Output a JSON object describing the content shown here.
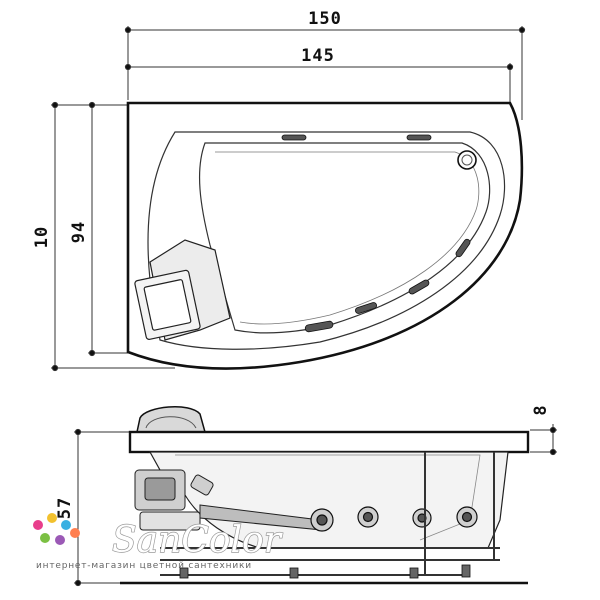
{
  "top_view": {
    "width_outer": "150",
    "width_inner": "145",
    "depth_outer": "10",
    "depth_inner": "94"
  },
  "side_view": {
    "rim_thickness": "8",
    "height": "57"
  },
  "watermark": {
    "brand": "SanColor",
    "tagline": "интернет-магазин цветной сантехники",
    "dot_colors": [
      "#e83e8c",
      "#f2c12e",
      "#3ab0e2",
      "#7bc043",
      "#9b59b6",
      "#ff7f50"
    ]
  }
}
